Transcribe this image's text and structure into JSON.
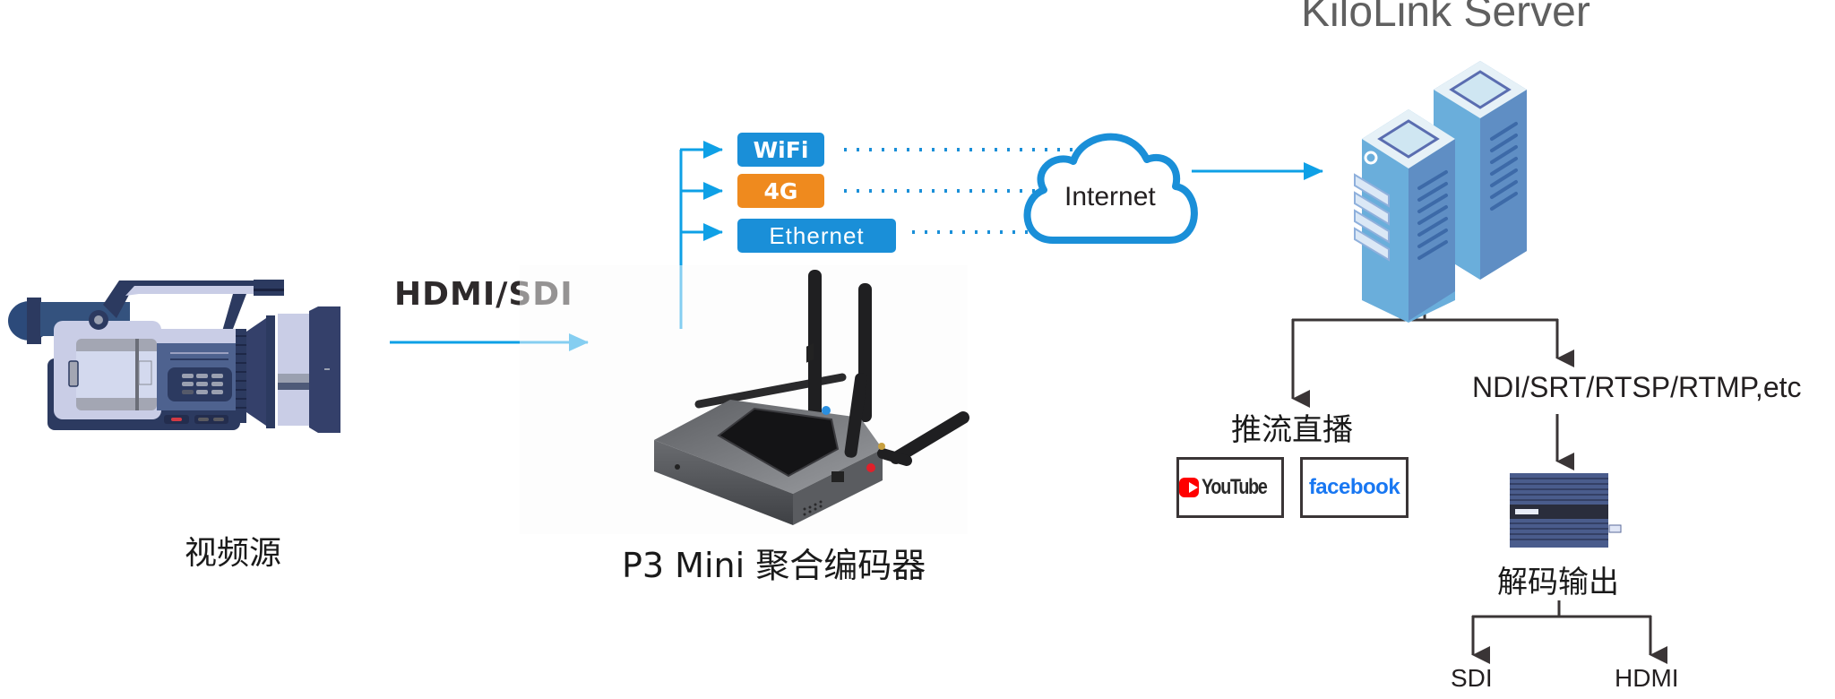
{
  "title": "KiloLink Server",
  "source": {
    "label": "视频源",
    "icon": "video-camera-icon"
  },
  "input_link": {
    "label": "HDMI/SDI"
  },
  "encoder": {
    "label": "P3 Mini 聚合编码器",
    "icon": "encoder-device-icon"
  },
  "networks": [
    {
      "label": "WiFi",
      "color": "#1a8fd8"
    },
    {
      "label": "4G",
      "color": "#ef8a1e"
    },
    {
      "label": "Ethernet",
      "color": "#1a8fd8"
    }
  ],
  "cloud": {
    "label": "Internet",
    "color": "#1a8fd8"
  },
  "server": {
    "icon": "server-icon"
  },
  "streaming": {
    "label": "推流直播",
    "platforms": [
      {
        "name": "YouTube",
        "icon": "youtube-icon",
        "color": "#ff0000"
      },
      {
        "name": "facebook",
        "icon": "facebook-icon",
        "color": "#1877f2"
      }
    ]
  },
  "protocols": {
    "label": "NDI/SRT/RTSP/RTMP,etc"
  },
  "decoder": {
    "label": "解码输出",
    "icon": "decoder-device-icon",
    "outputs": [
      "SDI",
      "HDMI"
    ]
  },
  "colors": {
    "accent": "#1a8fd8",
    "arrow": "#0ea0e6",
    "tree": "#3a3536"
  }
}
